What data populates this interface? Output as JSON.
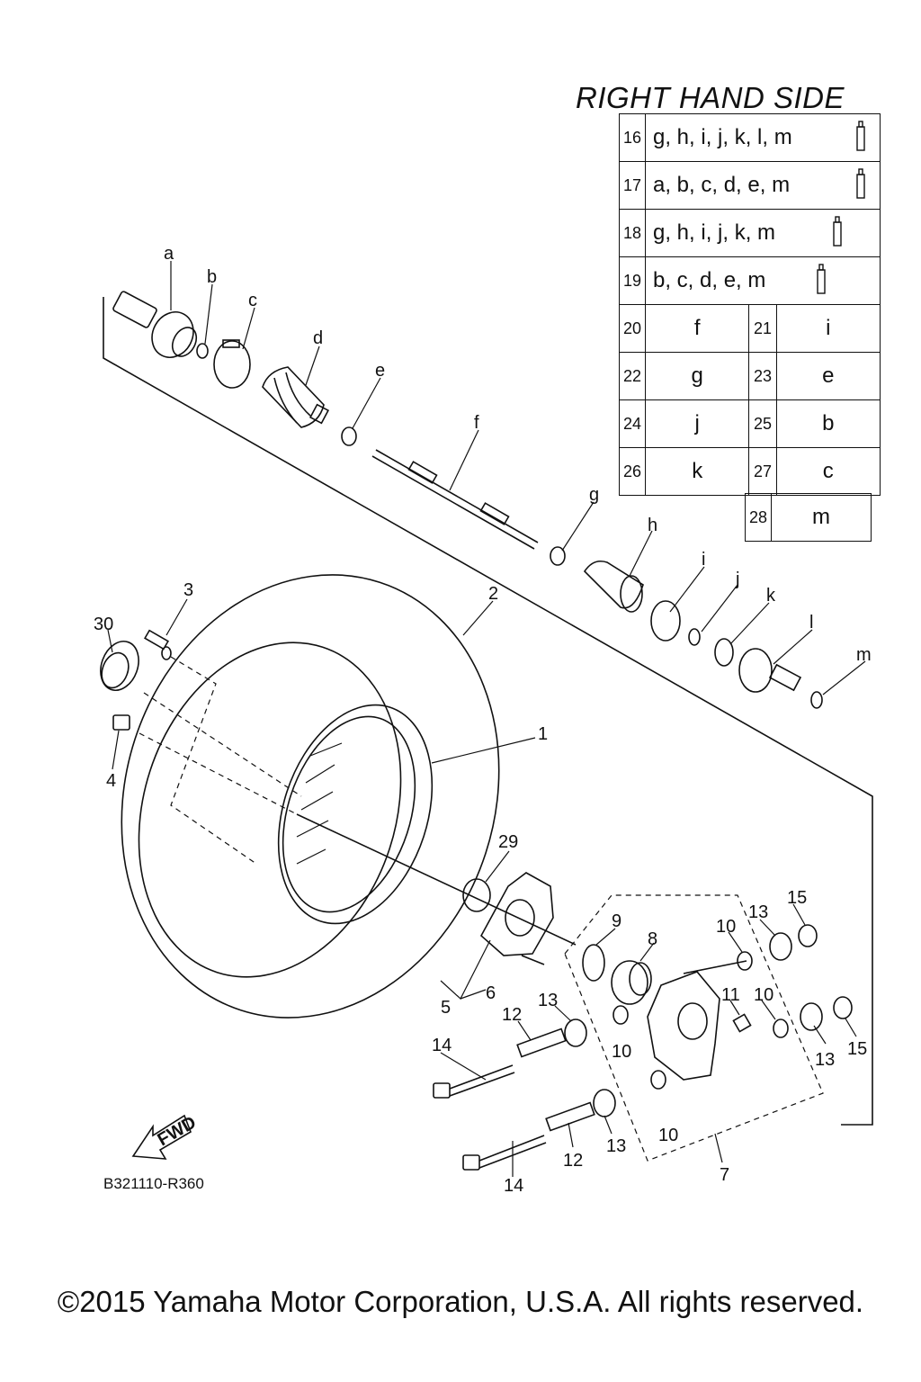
{
  "table": {
    "title": "RIGHT HAND SIDE",
    "rows_wide": [
      {
        "num": "16",
        "parts": "g, h, i, j, k, l, m"
      },
      {
        "num": "17",
        "parts": "a, b, c, d, e, m"
      },
      {
        "num": "18",
        "parts": "g, h, i, j, k, m"
      },
      {
        "num": "19",
        "parts": "b, c, d, e, m"
      }
    ],
    "rows_pairs": [
      {
        "n1": "20",
        "v1": "f",
        "n2": "21",
        "v2": "i"
      },
      {
        "n1": "22",
        "v1": "g",
        "n2": "23",
        "v2": "e"
      },
      {
        "n1": "24",
        "v1": "j",
        "n2": "25",
        "v2": "b"
      },
      {
        "n1": "26",
        "v1": "k",
        "n2": "27",
        "v2": "c"
      }
    ],
    "row_last": {
      "num": "28",
      "val": "m"
    }
  },
  "callouts": {
    "a": "a",
    "b": "b",
    "c": "c",
    "d": "d",
    "e": "e",
    "f": "f",
    "g": "g",
    "h": "h",
    "i": "i",
    "j": "j",
    "k": "k",
    "l": "l",
    "m": "m",
    "n1": "1",
    "n2": "2",
    "n3": "3",
    "n4": "4",
    "n5": "5",
    "n6": "6",
    "n7": "7",
    "n8": "8",
    "n9": "9",
    "n10": "10",
    "n11": "11",
    "n12": "12",
    "n13": "13",
    "n14": "14",
    "n15": "15",
    "n29": "29",
    "n30": "30"
  },
  "fwd_label": "FWD",
  "diagram_code": "B321110-R360",
  "copyright": "©2015 Yamaha Motor Corporation, U.S.A. All rights reserved."
}
